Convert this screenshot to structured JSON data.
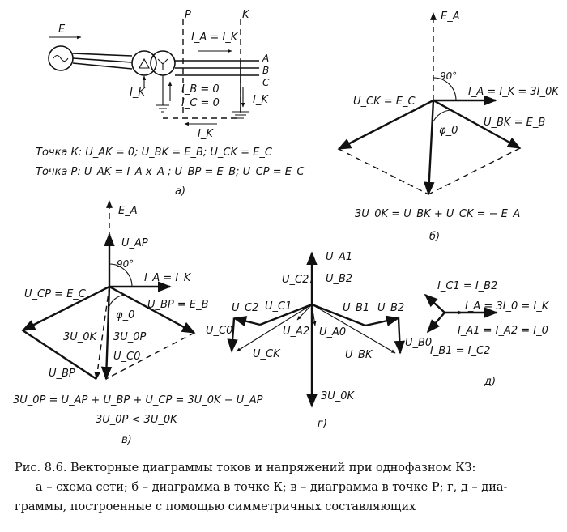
{
  "diagram_a": {
    "source_emf": "E",
    "point_p": "P",
    "point_k": "K",
    "ia_eq_ik": "I_A = I_K",
    "phase_a": "A",
    "phase_b": "B",
    "phase_c": "C",
    "ik_left": "I_K",
    "ib_zero": "I_B = 0",
    "ic_zero": "I_C = 0",
    "ik_right": "I_K",
    "ik_ground": "I_K",
    "eq_point_k": "Точка К: U_AK = 0; U_BK = E_B; U_CK = E_C",
    "eq_point_p": "Точка Р: U_AK = I_A x_A ; U_BP = E_B; U_CP = E_C",
    "tag": "a)"
  },
  "diagram_b": {
    "ea": "E_A",
    "angle": "90°",
    "current": "I_A = I_K = 3I_0K",
    "uck": "U_CK = E_C",
    "ubk": "U_BK = E_B",
    "phi": "φ_0",
    "bottom": "3U_0K = U_BK + U_CK = − E_A",
    "tag": "б)"
  },
  "diagram_v": {
    "ea": "E_A",
    "uap": "U_AP",
    "angle": "90°",
    "current": "I_A = I_K",
    "ucp": "U_CP = E_C",
    "phi": "φ_0",
    "ubp_eb": "U_BP = E_B",
    "u0k": "3U_0K",
    "u0p": "3U_0P",
    "uc0": "U_C0",
    "ubp": "U_BP",
    "eq1": "3U_0P = U_AP + U_BP + U_CP = 3U_0K − U_AP",
    "eq2": "3U_0P < 3U_0K",
    "tag": "в)"
  },
  "diagram_g": {
    "ua1": "U_A1",
    "uc2": "U_C2",
    "ub2": "U_B2",
    "uc2b": "U_C2",
    "uc1": "U_C1",
    "ub1": "U_B1",
    "ub2b": "U_B2",
    "uc0": "U_C0",
    "ua2": "U_A2",
    "ua0": "U_A0",
    "uck": "U_CK",
    "ubk": "U_BK",
    "ub0": "U_B0",
    "u0k": "3U_0K",
    "tag": "г)"
  },
  "diagram_d": {
    "ic1": "I_C1 = I_B2",
    "ia": "I_A = 3I_0 = I_K",
    "ia1": "I_A1 = I_A2 = I_0",
    "ib1": "I_B1 = I_C2",
    "tag": "д)"
  },
  "caption": {
    "line1": "Рис. 8.6. Векторные диаграммы токов и напряжений при однофазном КЗ:",
    "line2": "а – схема сети; б – диаграмма в точке К; в – диаграмма в точке Р; г, д – диа-",
    "line3": "граммы, построенные с помощью симметричных составляющих"
  }
}
